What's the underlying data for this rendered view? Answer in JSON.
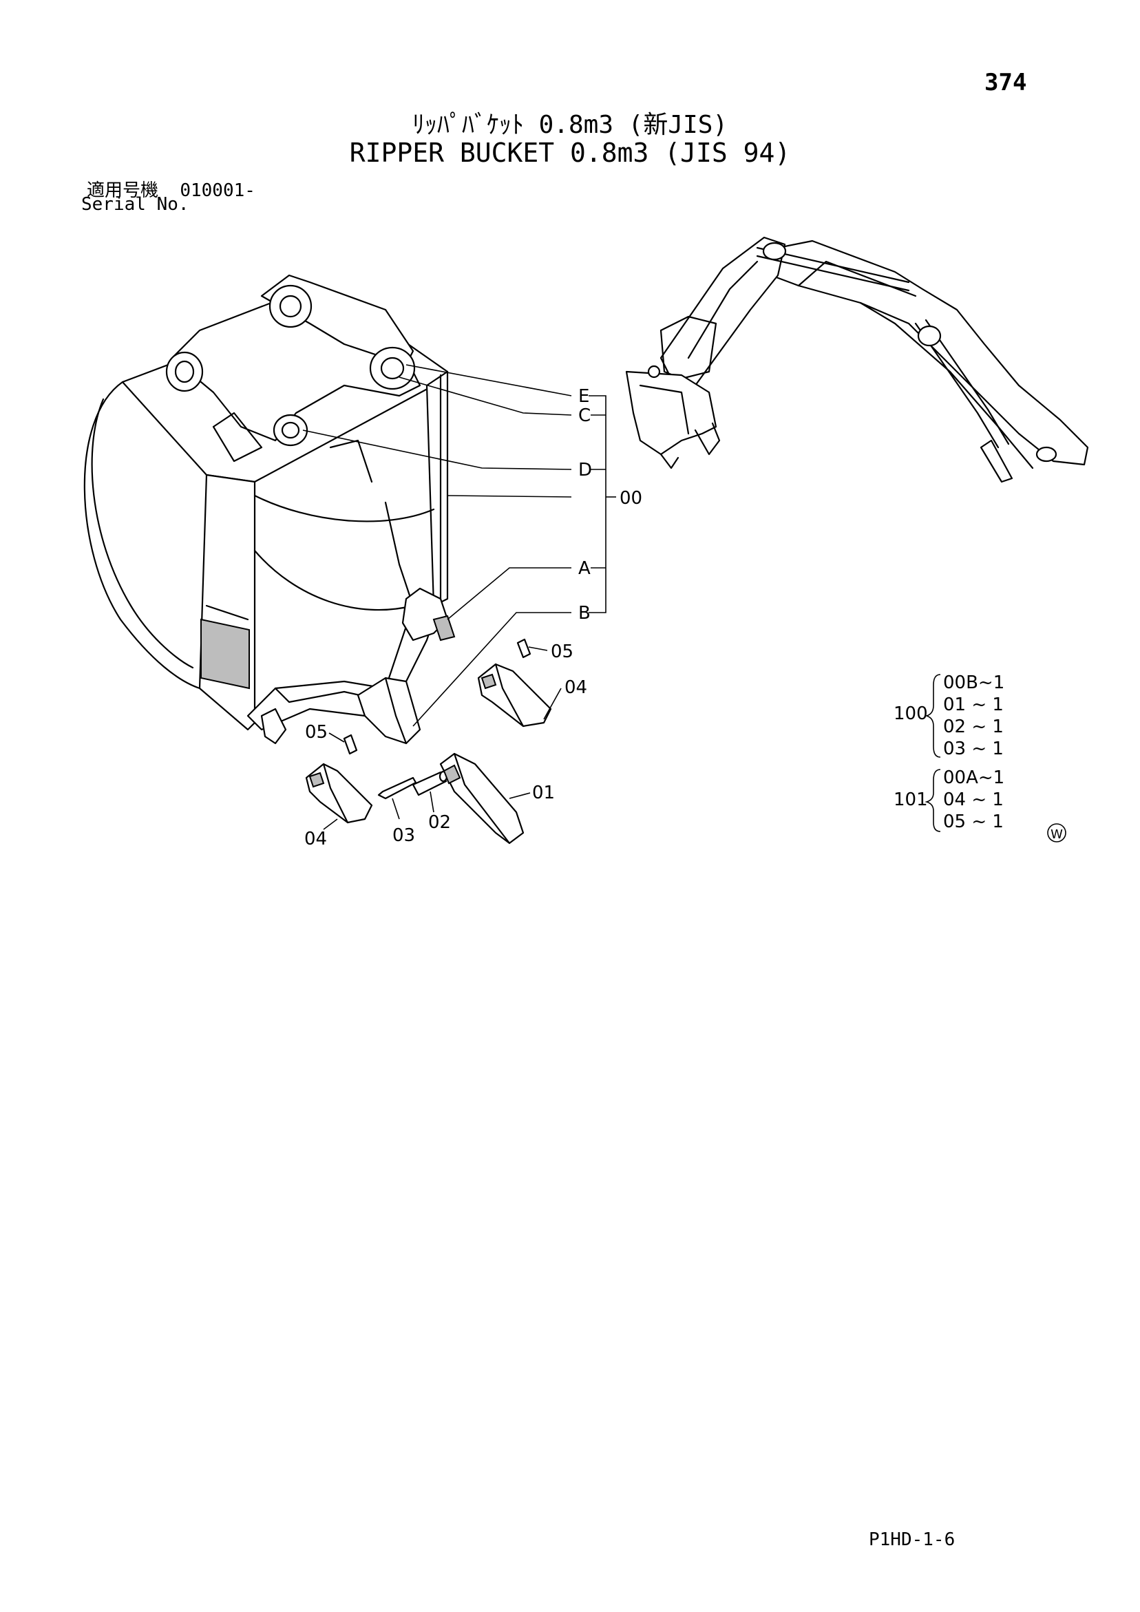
{
  "page_number": "374",
  "title_jp": "ﾘｯﾊﾟﾊﾞｹｯﾄ 0.8m3 (新JIS)",
  "title_en": "RIPPER BUCKET 0.8m3 (JIS 94)",
  "serial": {
    "label_jp": "適用号機",
    "value": "010001-",
    "label_en": "Serial No."
  },
  "callouts": {
    "E": "E",
    "C": "C",
    "D": "D",
    "A": "A",
    "B": "B",
    "00": "00",
    "p05a": "05",
    "p04a": "04",
    "p05b": "05",
    "p04b": "04",
    "p03": "03",
    "p02": "02",
    "p01": "01"
  },
  "kits": [
    {
      "id": "100",
      "items": [
        "00B~1",
        "01 ~ 1",
        "02 ~ 1",
        "03 ~ 1"
      ]
    },
    {
      "id": "101",
      "items": [
        "00A~1",
        "04 ~ 1",
        "05 ~ 1"
      ]
    }
  ],
  "mark": "W",
  "doc_code": "P1HD-1-6"
}
